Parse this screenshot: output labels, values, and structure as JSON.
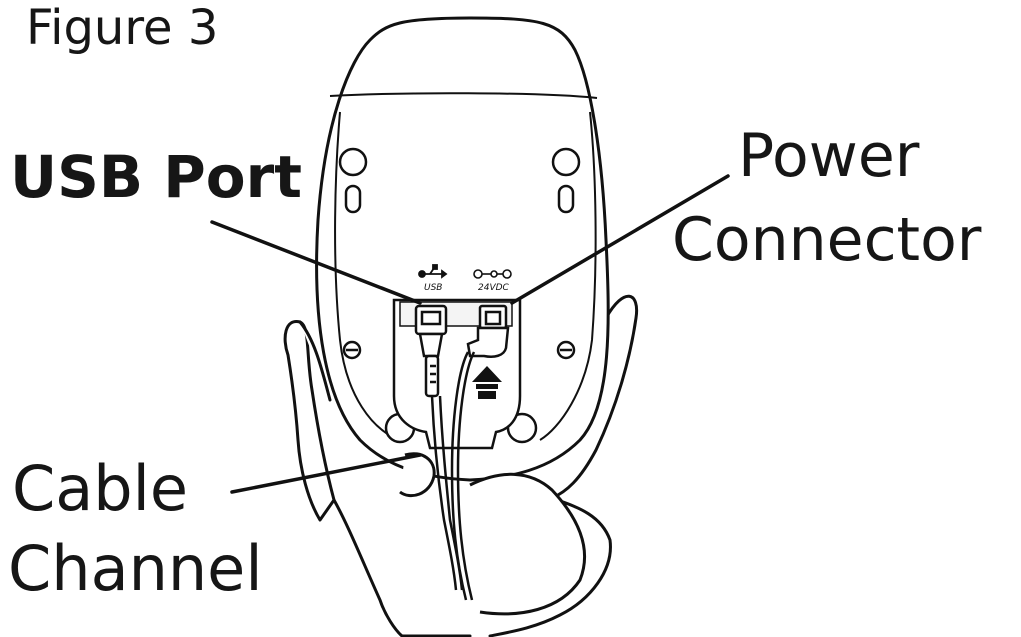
{
  "figure_title": "Figure 3",
  "labels": {
    "usb_port": "USB Port",
    "power_connector_line1": "Power",
    "power_connector_line2": "Connector",
    "cable_channel_line1": "Cable",
    "cable_channel_line2": "Channel"
  },
  "port_markings": {
    "usb": "USB",
    "power": "24VDC"
  },
  "colors": {
    "ink": "#111111",
    "paper": "#ffffff",
    "shade": "#f4f4f4"
  },
  "icons": [
    "usb-symbol-icon",
    "dc-polarity-icon",
    "insert-arrow-icon"
  ]
}
